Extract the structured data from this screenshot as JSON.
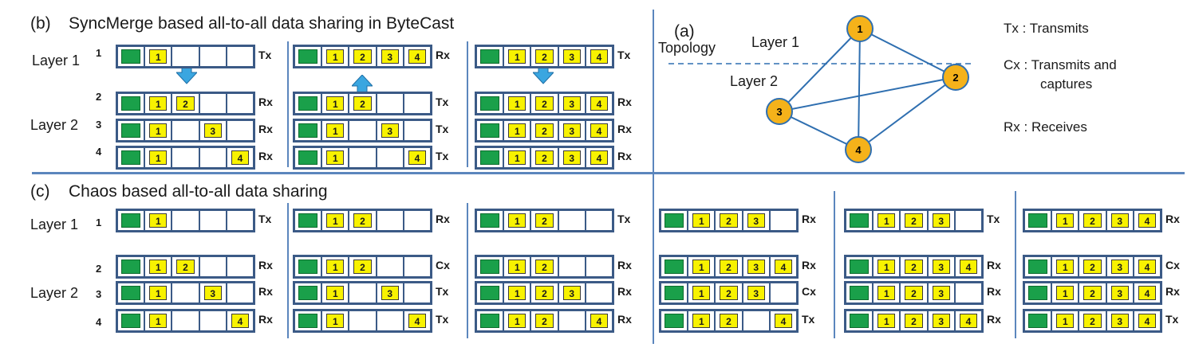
{
  "section_b": {
    "label": "(b)",
    "title": "SyncMerge based all-to-all data sharing in ByteCast"
  },
  "section_c": {
    "label": "(c)",
    "title": "Chaos based all-to-all data sharing"
  },
  "section_a": {
    "label": "(a)",
    "topology_label": "Topology",
    "layer1": "Layer 1",
    "layer2": "Layer 2",
    "nodes": [
      "1",
      "2",
      "3",
      "4"
    ],
    "legend": {
      "tx": "Tx : Transmits",
      "cx_line1": "Cx : Transmits and",
      "cx_line2": "captures",
      "rx": "Rx : Receives"
    },
    "colors": {
      "node_fill": "#f5b21a",
      "edge": "#2f6fb0"
    }
  },
  "layers": {
    "layer1": "Layer 1",
    "layer2": "Layer 2"
  },
  "node_ids": [
    "1",
    "2",
    "3",
    "4"
  ],
  "b_panels": [
    [
      {
        "cells": [
          "1",
          "",
          "",
          ""
        ],
        "role": "Tx"
      },
      {
        "cells": [
          "1",
          "2",
          "",
          ""
        ],
        "role": "Rx"
      },
      {
        "cells": [
          "1",
          "",
          "3",
          ""
        ],
        "role": "Rx"
      },
      {
        "cells": [
          "1",
          "",
          "",
          "4"
        ],
        "role": "Rx"
      }
    ],
    [
      {
        "cells": [
          "1",
          "2",
          "3",
          "4"
        ],
        "role": "Rx"
      },
      {
        "cells": [
          "1",
          "2",
          "",
          ""
        ],
        "role": "Tx"
      },
      {
        "cells": [
          "1",
          "",
          "3",
          ""
        ],
        "role": "Tx"
      },
      {
        "cells": [
          "1",
          "",
          "",
          "4"
        ],
        "role": "Tx"
      }
    ],
    [
      {
        "cells": [
          "1",
          "2",
          "3",
          "4"
        ],
        "role": "Tx"
      },
      {
        "cells": [
          "1",
          "2",
          "3",
          "4"
        ],
        "role": "Rx"
      },
      {
        "cells": [
          "1",
          "2",
          "3",
          "4"
        ],
        "role": "Rx"
      },
      {
        "cells": [
          "1",
          "2",
          "3",
          "4"
        ],
        "role": "Rx"
      }
    ]
  ],
  "c_panels": [
    [
      {
        "cells": [
          "1",
          "",
          "",
          ""
        ],
        "role": "Tx"
      },
      {
        "cells": [
          "1",
          "2",
          "",
          ""
        ],
        "role": "Rx"
      },
      {
        "cells": [
          "1",
          "",
          "3",
          ""
        ],
        "role": "Rx"
      },
      {
        "cells": [
          "1",
          "",
          "",
          "4"
        ],
        "role": "Rx"
      }
    ],
    [
      {
        "cells": [
          "1",
          "2",
          "",
          ""
        ],
        "role": "Rx"
      },
      {
        "cells": [
          "1",
          "2",
          "",
          ""
        ],
        "role": "Cx"
      },
      {
        "cells": [
          "1",
          "",
          "3",
          ""
        ],
        "role": "Tx"
      },
      {
        "cells": [
          "1",
          "",
          "",
          "4"
        ],
        "role": "Tx"
      }
    ],
    [
      {
        "cells": [
          "1",
          "2",
          "",
          ""
        ],
        "role": "Tx"
      },
      {
        "cells": [
          "1",
          "2",
          "",
          ""
        ],
        "role": "Rx"
      },
      {
        "cells": [
          "1",
          "2",
          "3",
          ""
        ],
        "role": "Rx"
      },
      {
        "cells": [
          "1",
          "2",
          "",
          "4"
        ],
        "role": "Rx"
      }
    ],
    [
      {
        "cells": [
          "1",
          "2",
          "3",
          ""
        ],
        "role": "Rx"
      },
      {
        "cells": [
          "1",
          "2",
          "3",
          "4"
        ],
        "role": "Rx"
      },
      {
        "cells": [
          "1",
          "2",
          "3",
          ""
        ],
        "role": "Cx"
      },
      {
        "cells": [
          "1",
          "2",
          "",
          "4"
        ],
        "role": "Tx"
      }
    ],
    [
      {
        "cells": [
          "1",
          "2",
          "3",
          ""
        ],
        "role": "Tx"
      },
      {
        "cells": [
          "1",
          "2",
          "3",
          "4"
        ],
        "role": "Rx"
      },
      {
        "cells": [
          "1",
          "2",
          "3",
          ""
        ],
        "role": "Rx"
      },
      {
        "cells": [
          "1",
          "2",
          "3",
          "4"
        ],
        "role": "Rx"
      }
    ],
    [
      {
        "cells": [
          "1",
          "2",
          "3",
          "4"
        ],
        "role": "Rx"
      },
      {
        "cells": [
          "1",
          "2",
          "3",
          "4"
        ],
        "role": "Cx"
      },
      {
        "cells": [
          "1",
          "2",
          "3",
          "4"
        ],
        "role": "Rx"
      },
      {
        "cells": [
          "1",
          "2",
          "3",
          "4"
        ],
        "role": "Tx"
      }
    ]
  ],
  "colors": {
    "frame": "#3b5a86",
    "green": "#1aa04a",
    "yellow": "#f8f200",
    "divider": "#5b86bd",
    "arrow": "#3aa6e0"
  }
}
